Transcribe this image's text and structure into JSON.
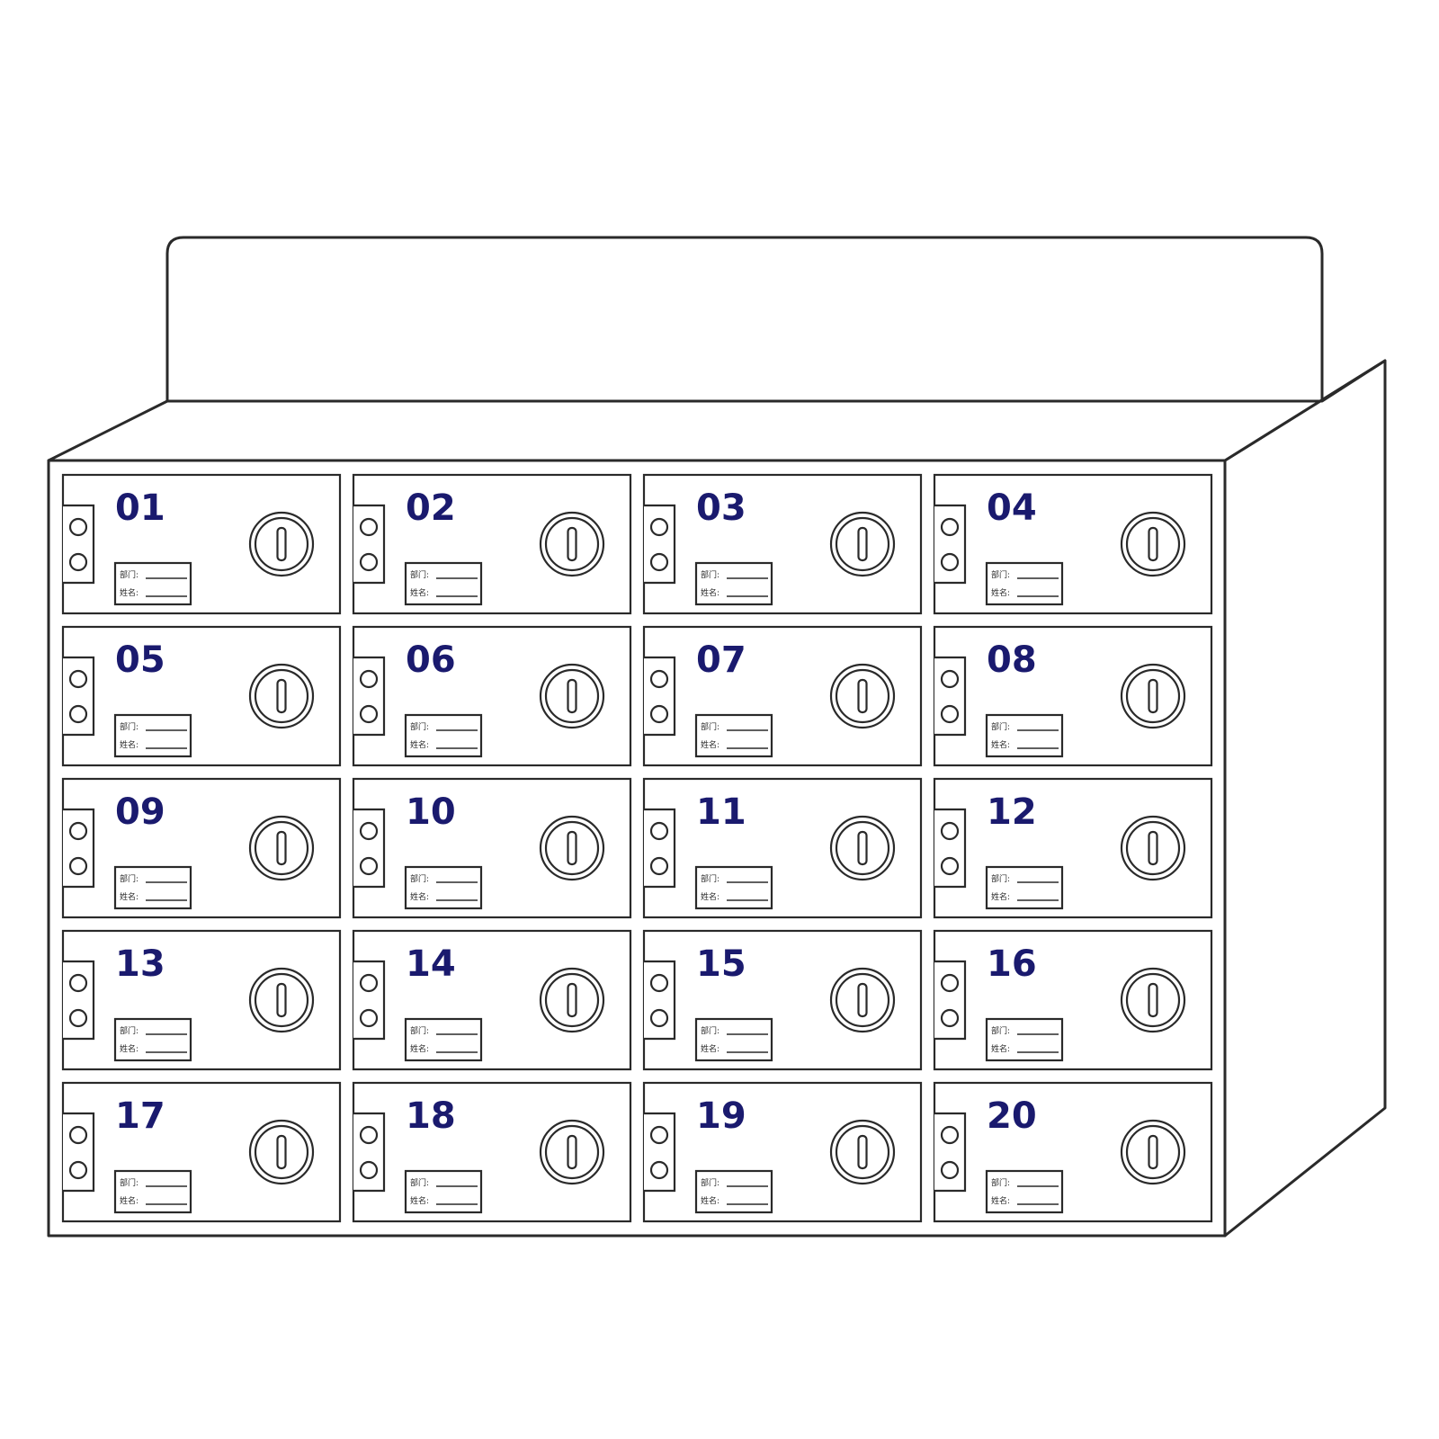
{
  "colors": {
    "number": "#1a1a6e",
    "line": "#2a2a2a",
    "background": "#ffffff"
  },
  "label_fields": {
    "department": "部门:",
    "name": "姓名:"
  },
  "lockers": [
    "01",
    "02",
    "03",
    "04",
    "05",
    "06",
    "07",
    "08",
    "09",
    "10",
    "11",
    "12",
    "13",
    "14",
    "15",
    "16",
    "17",
    "18",
    "19",
    "20"
  ],
  "icons": {
    "lock": "keyhole-lock-icon",
    "hinge": "hinge-icon",
    "label": "label-card-icon"
  }
}
